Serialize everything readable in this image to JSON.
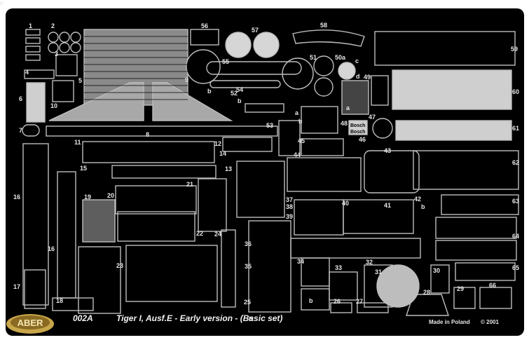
{
  "sheet": {
    "code": "002A",
    "title": "Tiger I, Ausf.E - Early version - (Basic set)",
    "made_in": "Made in Poland",
    "year": "© 2001",
    "brand_logo_text": "ABER",
    "part_text_1": "Bosch",
    "part_text_2": "Bosch"
  },
  "labels": [
    "1",
    "2",
    "3",
    "4",
    "5",
    "6",
    "7",
    "8",
    "9",
    "10",
    "11",
    "12",
    "13",
    "14",
    "15",
    "16",
    "16",
    "17",
    "18",
    "19",
    "20",
    "21",
    "22",
    "23",
    "24",
    "25",
    "26",
    "27",
    "28",
    "29",
    "30",
    "31",
    "32",
    "33",
    "34",
    "35",
    "36",
    "37",
    "38",
    "39",
    "40",
    "41",
    "42",
    "43",
    "44",
    "45",
    "46",
    "47",
    "48",
    "49",
    "50a",
    "51",
    "52",
    "53",
    "54",
    "55",
    "56",
    "57",
    "58",
    "59",
    "60",
    "61",
    "62",
    "63",
    "64",
    "65",
    "66",
    "a",
    "b",
    "c",
    "d",
    "a",
    "b",
    "b",
    "b",
    "b",
    "b",
    "c"
  ],
  "colors": {
    "fret": "#000000",
    "metal": "#c9c9c9",
    "page": "#ffffff"
  }
}
